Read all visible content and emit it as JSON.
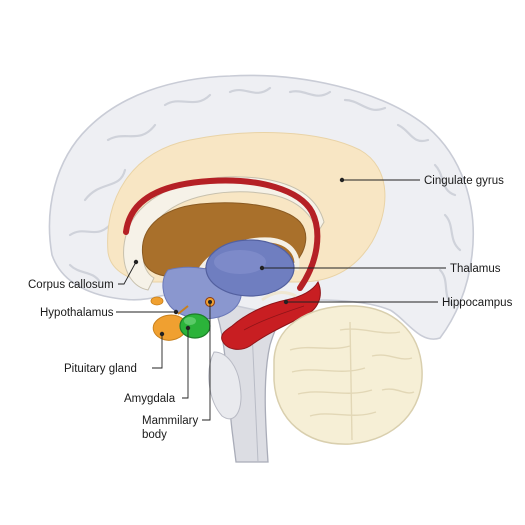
{
  "labels": {
    "cingulate_gyrus": "Cingulate gyrus",
    "corpus_callosum": "Corpus callosum",
    "thalamus": "Thalamus",
    "hypothalamus": "Hypothalamus",
    "hippocampus": "Hippocampus",
    "pituitary_gland": "Pituitary gland",
    "amygdala": "Amygdala",
    "mammilary_body_line1": "Mammilary",
    "mammilary_body_line2": "body"
  },
  "colors": {
    "cortex": "#eeeff3",
    "cortex_outline": "#c9ccd6",
    "cingulate": "#f8e6c4",
    "corpus_callosum": "#b52025",
    "lateral_ventricle": "#a9702b",
    "thalamus": "#6f7ec0",
    "hypothalamus": "#8a97cf",
    "hippocampus": "#c81e22",
    "amygdala": "#2bb33a",
    "pituitary": "#f0a030",
    "mammillary": "#f0a030",
    "brainstem": "#dcdde3",
    "cerebellum": "#f6efd6"
  }
}
